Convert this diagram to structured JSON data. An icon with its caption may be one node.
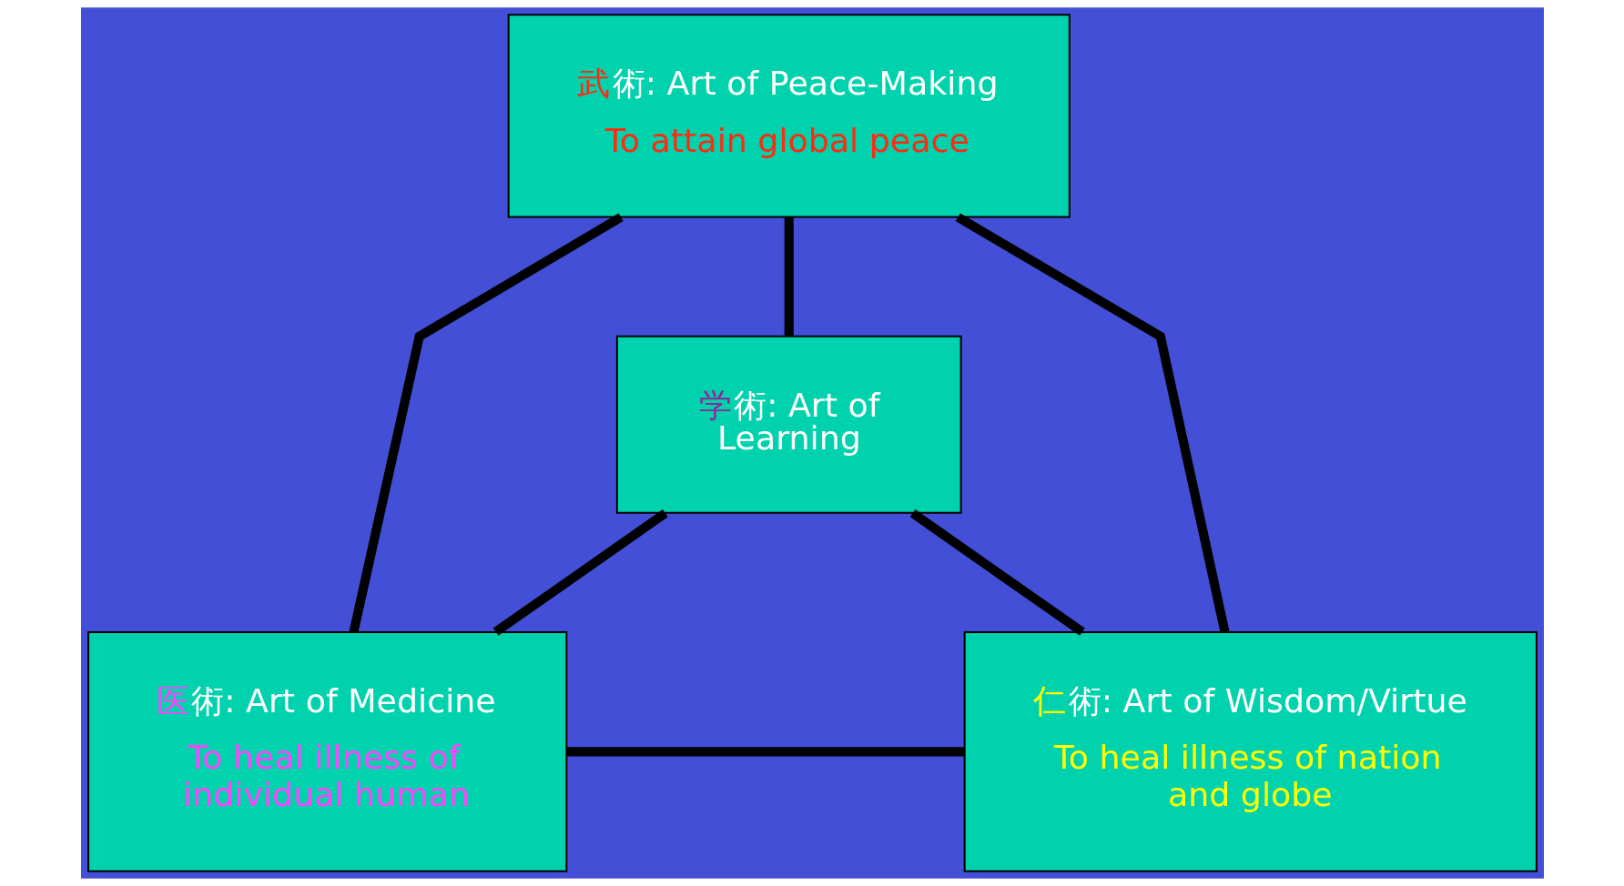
{
  "diagram": {
    "nodes": [
      {
        "text": [
          "武術: Art of Peace-Making",
          "To attain global peace"
        ]
      },
      {
        "text": [
          "学術: Art of Learning"
        ]
      },
      {
        "text": [
          "医術: Art of Medicine",
          "To heal illness of individual human"
        ]
      },
      {
        "text": [
          "仁術: Art of Wisdom/Virtue",
          "To heal illness of nation and globe"
        ]
      }
    ],
    "edges": [
      {
        "from": 0,
        "to": 2,
        "arrow": "none"
      },
      {
        "from": 0,
        "to": 1,
        "arrow": "none"
      },
      {
        "from": 0,
        "to": 3,
        "arrow": "none"
      },
      {
        "from": 1,
        "to": 2,
        "arrow": "none"
      },
      {
        "from": 1,
        "to": 3,
        "arrow": "none"
      },
      {
        "from": 2,
        "to": 3,
        "arrow": "none"
      }
    ]
  }
}
